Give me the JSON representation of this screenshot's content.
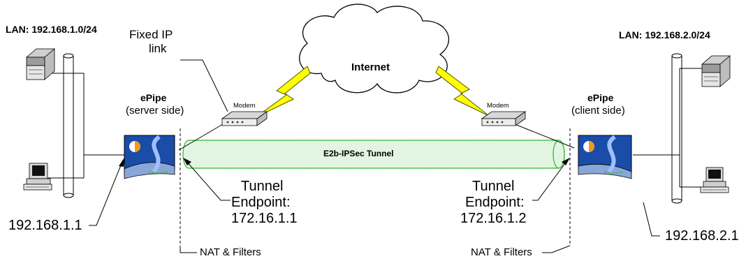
{
  "lan_left": "LAN: 192.168.1.0/24",
  "lan_right": "LAN: 192.168.2.0/24",
  "internet_label": "Internet",
  "fixed_ip_link": [
    "Fixed IP",
    "link"
  ],
  "modem_left": "Modem",
  "modem_right": "Modem",
  "epipe_server": {
    "name": "ePipe",
    "side": "(server side)"
  },
  "epipe_client": {
    "name": "ePipe",
    "side": "(client side)"
  },
  "tunnel_label": "E2b-IPSec Tunnel",
  "endpoint_left": [
    "Tunnel",
    "Endpoint:",
    "172.16.1.1"
  ],
  "endpoint_right": [
    "Tunnel",
    "Endpoint:",
    "172.16.1.2"
  ],
  "ip_left": "192.168.1.1",
  "ip_right": "192.168.2.1",
  "nat_left": "NAT & Filters",
  "nat_right": "NAT & Filters",
  "colors": {
    "tunnel_outline": "#2db82d",
    "tunnel_fill": "#e3f6e3",
    "epipe_blue": "#1a4ca8",
    "lightning": "#ffff00",
    "lightning_edge": "#6a6a00"
  }
}
